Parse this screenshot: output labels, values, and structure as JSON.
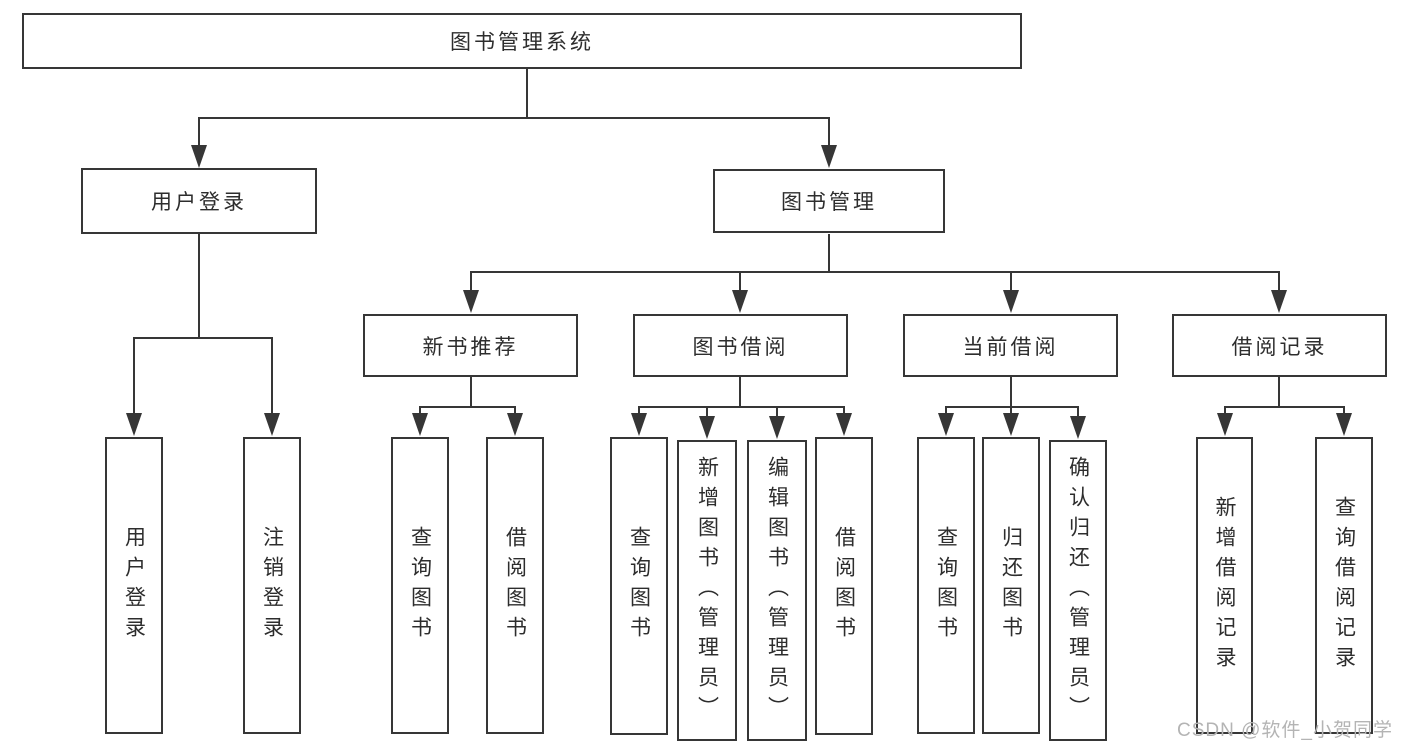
{
  "tree": {
    "label": "图书管理系统",
    "children": [
      {
        "label": "用户登录",
        "children": [
          {
            "label": "用户登录"
          },
          {
            "label": "注销登录"
          }
        ]
      },
      {
        "label": "图书管理",
        "children": [
          {
            "label": "新书推荐",
            "children": [
              {
                "label": "查询图书"
              },
              {
                "label": "借阅图书"
              }
            ]
          },
          {
            "label": "图书借阅",
            "children": [
              {
                "label": "查询图书"
              },
              {
                "label": "新增图书（管理员）"
              },
              {
                "label": "编辑图书（管理员）"
              },
              {
                "label": "借阅图书"
              }
            ]
          },
          {
            "label": "当前借阅",
            "children": [
              {
                "label": "查询图书"
              },
              {
                "label": "归还图书"
              },
              {
                "label": "确认归还（管理员）"
              }
            ]
          },
          {
            "label": "借阅记录",
            "children": [
              {
                "label": "新增借阅记录"
              },
              {
                "label": "查询借阅记录"
              }
            ]
          }
        ]
      }
    ]
  },
  "watermark": {
    "text": "CSDN @软件_小贺同学"
  },
  "colors": {
    "background": "#ffffff",
    "line": "#363636",
    "box_border": "#363636",
    "text": "#2d2d2d",
    "watermark": "#b4b4b4"
  }
}
